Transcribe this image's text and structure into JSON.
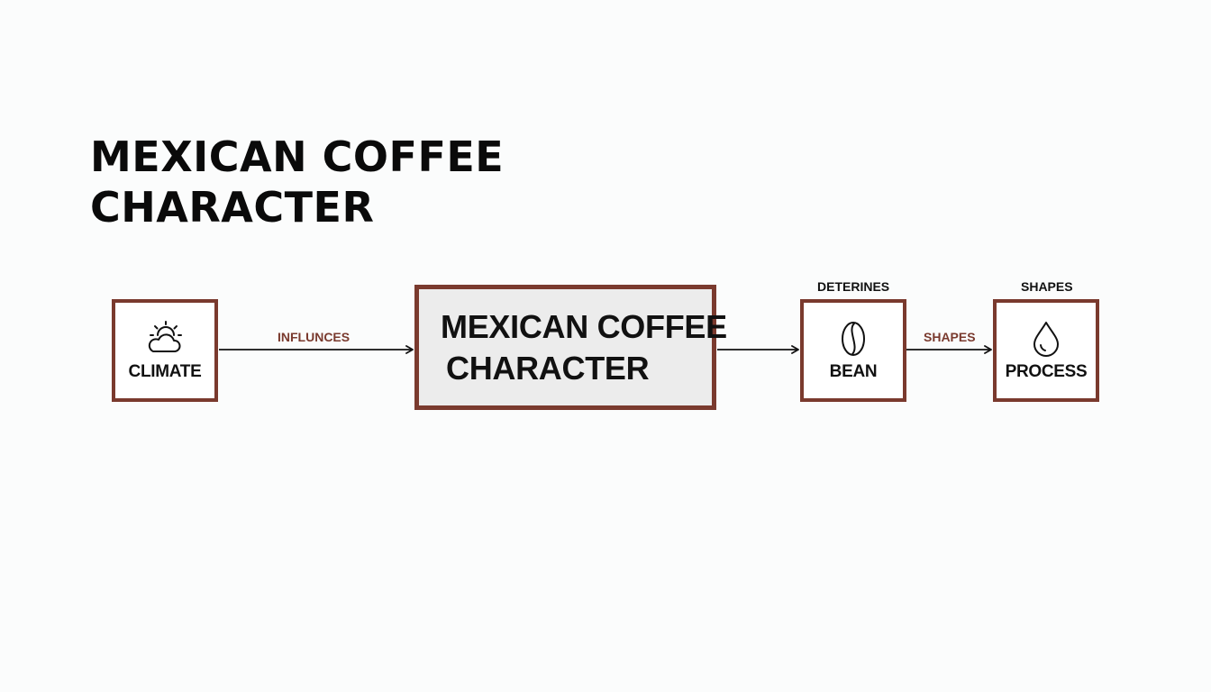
{
  "title": "MEXICAN COFFEE CHARACTER",
  "nodes": {
    "climate": {
      "label": "CLIMATE",
      "icon": "sun-cloud-icon"
    },
    "center": {
      "line1": "MEXICAN COFFEE",
      "line2": "CHARACTER"
    },
    "bean": {
      "label": "BEAN",
      "icon": "coffee-bean-icon",
      "top_label": "DETERINES"
    },
    "process": {
      "label": "PROCESS",
      "icon": "water-drop-icon",
      "top_label": "SHAPES"
    }
  },
  "edges": {
    "climate_to_center": "INFLUNCES",
    "bean_to_process": "SHAPES"
  },
  "colors": {
    "box_border": "#7a3a2e",
    "edge_label": "#7a3a2e",
    "center_fill": "#ececec",
    "background": "#fbfcfc"
  }
}
